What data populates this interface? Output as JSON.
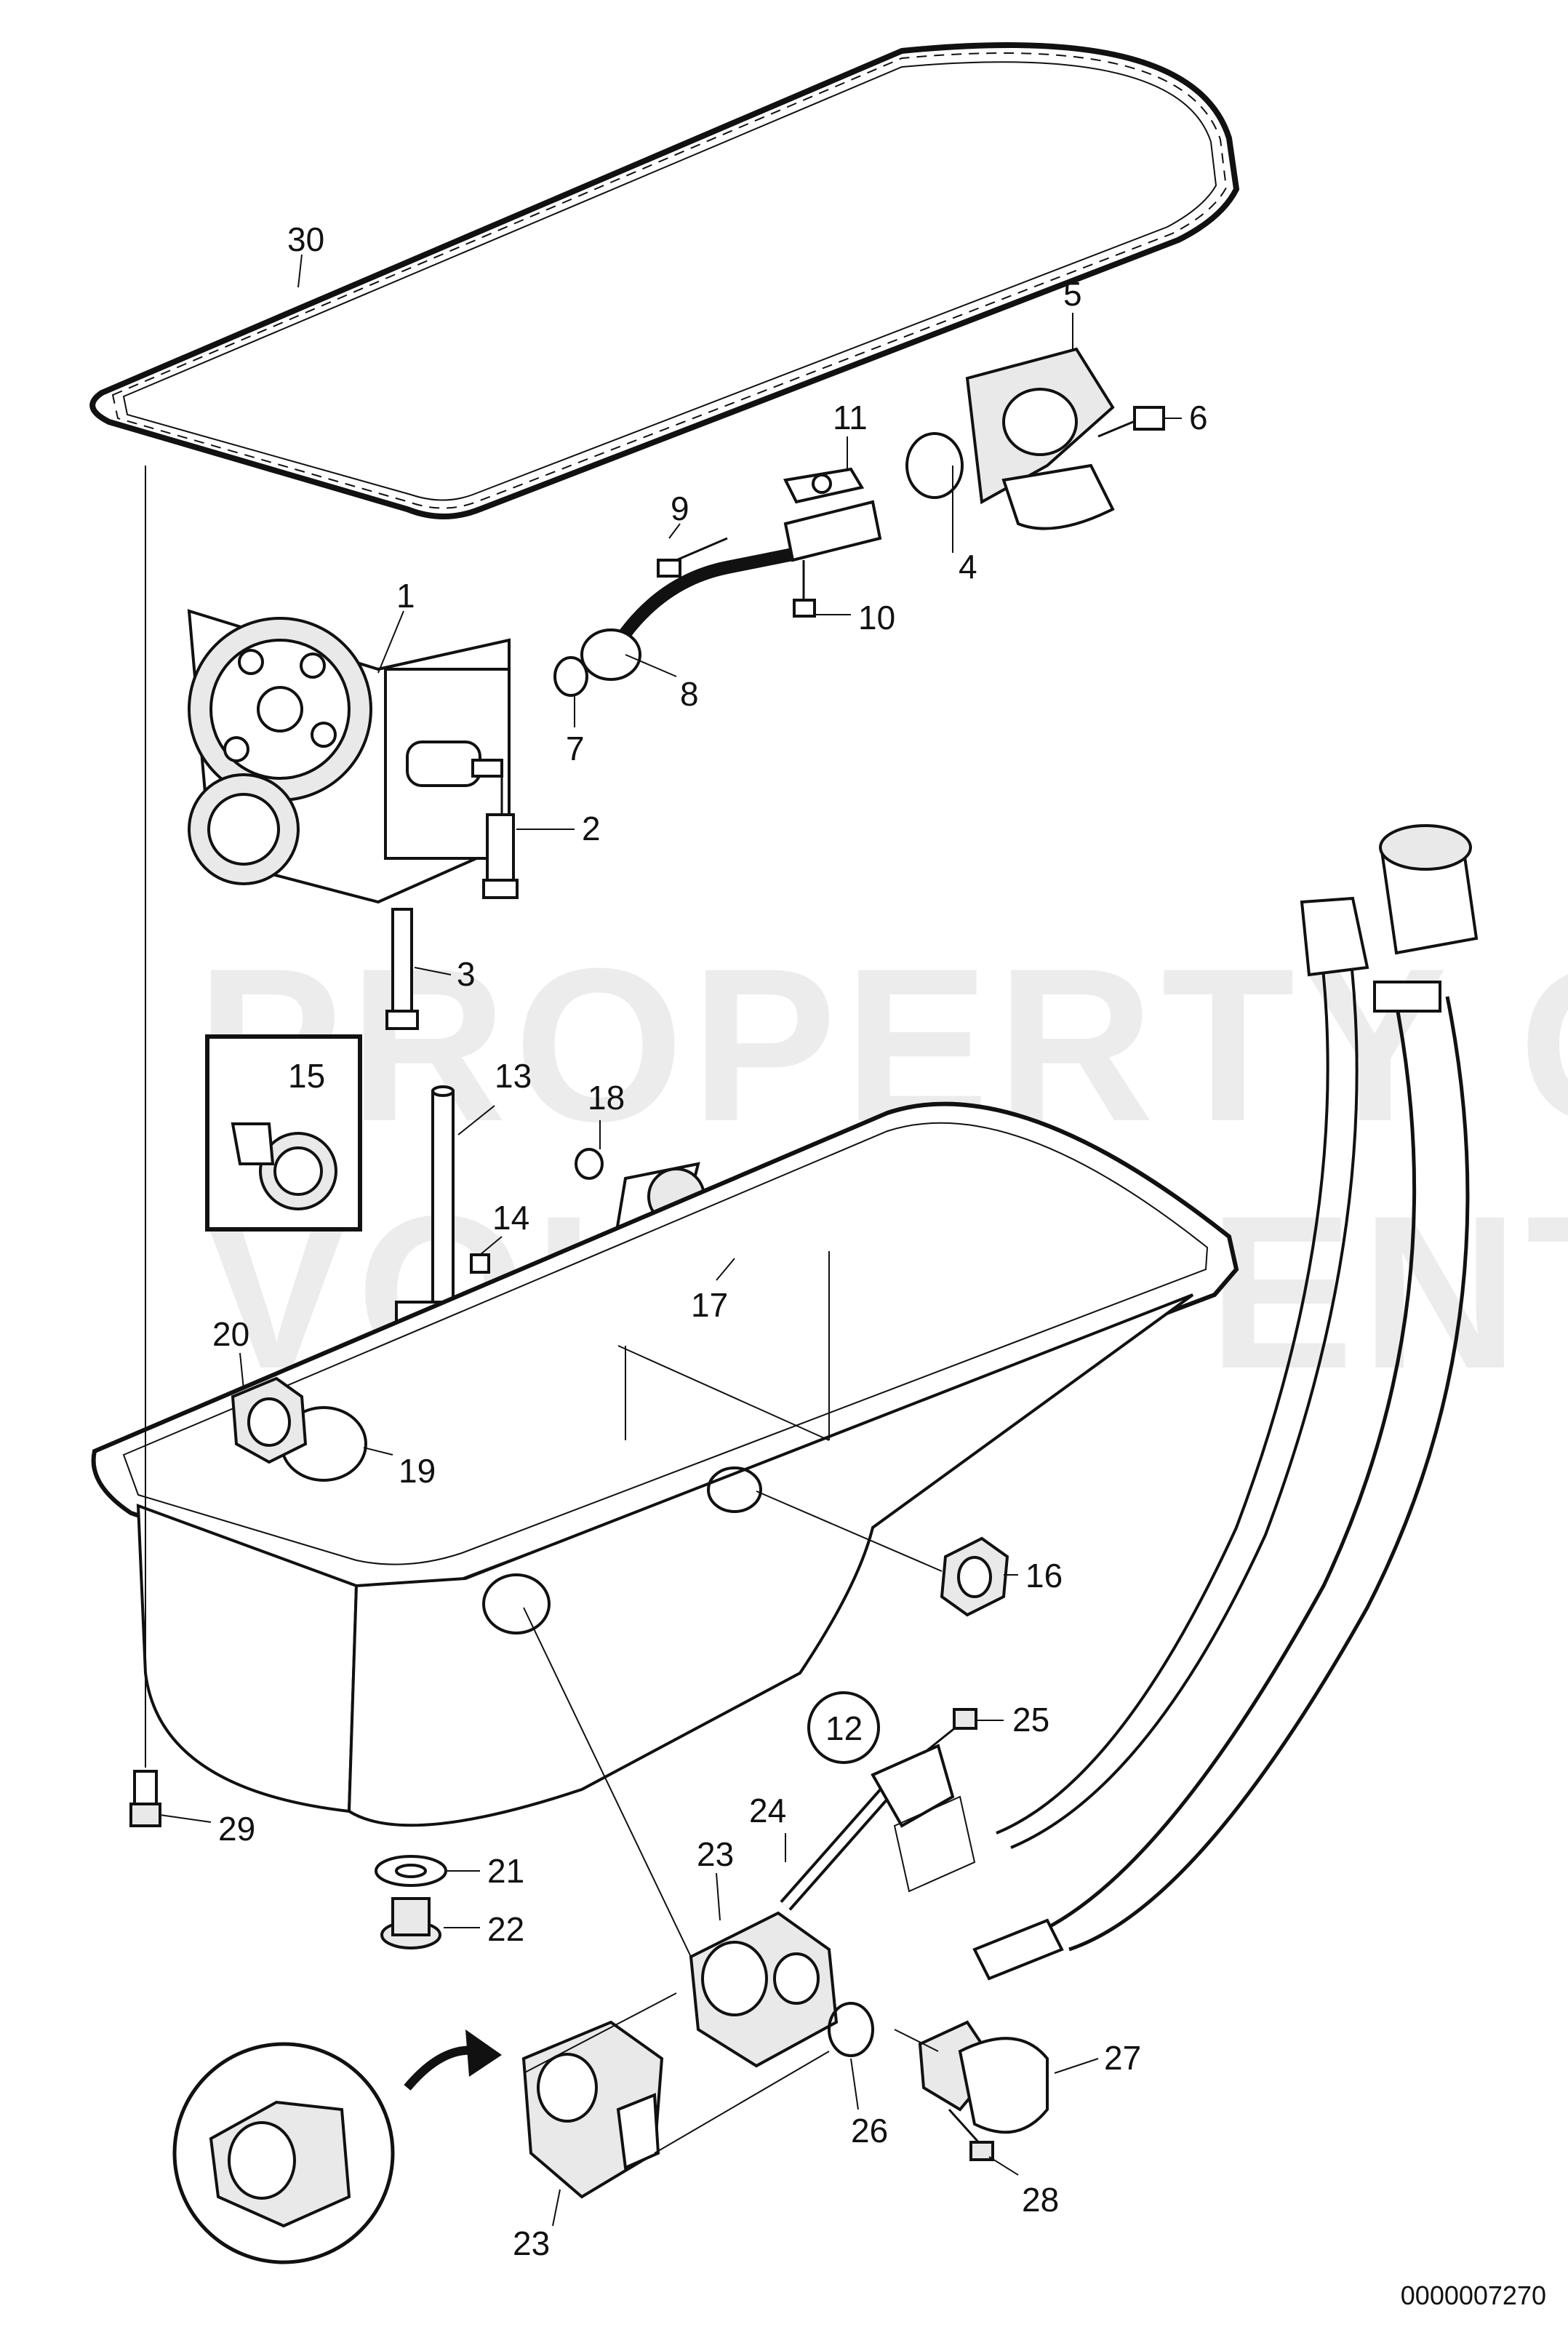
{
  "watermark": {
    "line1": "PROPERTY OF",
    "line2": "VOLVO PENTA"
  },
  "reference_number": "0000007270",
  "callouts": {
    "c1": "1",
    "c2": "2",
    "c3": "3",
    "c4": "4",
    "c5": "5",
    "c6": "6",
    "c7": "7",
    "c8": "8",
    "c9": "9",
    "c10": "10",
    "c11": "11",
    "c12": "12",
    "c13": "13",
    "c14": "14",
    "c15": "15",
    "c16": "16",
    "c17": "17",
    "c18": "18",
    "c19": "19",
    "c20": "20",
    "c21": "21",
    "c22": "22",
    "c23a": "23",
    "c23b": "23",
    "c24": "24",
    "c25": "25",
    "c26": "26",
    "c27": "27",
    "c28": "28",
    "c29": "29",
    "c30": "30"
  }
}
